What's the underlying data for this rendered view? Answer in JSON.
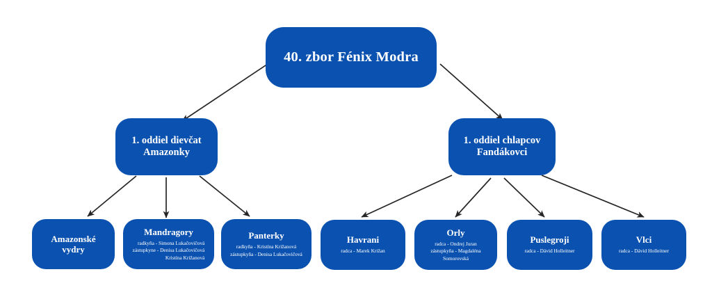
{
  "diagram": {
    "type": "organizational-chart",
    "background_color": "#ffffff",
    "node_color": "#0B52B0",
    "node_text_color": "#ffffff",
    "connector_color": "#262626",
    "root": {
      "id": "zbor",
      "title": "40. zbor Fénix Modra"
    },
    "branches": [
      {
        "id": "amazonky",
        "title": "1. oddiel dievčat\nAmazonky"
      },
      {
        "id": "fandakovci",
        "title": "1. oddiel chlapcov\nFandákovci"
      }
    ],
    "leaves": [
      {
        "id": "amazonske-vydry",
        "parent": "amazonky",
        "title": "Amazonské\nvydry",
        "subtitle": ""
      },
      {
        "id": "mandragory",
        "parent": "amazonky",
        "title": "Mandragory",
        "subtitle": "radkyňa - Simona Lukačovičová\nzástupkyne - Denisa Lukačovičová\nKristína Križanová",
        "subtitle_align": "right"
      },
      {
        "id": "panterky",
        "parent": "amazonky",
        "title": "Panterky",
        "subtitle": "radkyňa - Kristína Križanová\nzástupkyňa - Denisa Lukačovičová"
      },
      {
        "id": "havrani",
        "parent": "fandakovci",
        "title": "Havrani",
        "subtitle": "radca - Marek Križan"
      },
      {
        "id": "orly",
        "parent": "fandakovci",
        "title": "Orly",
        "subtitle": "radca - Ondrej Juran\nzástupkyňa - Magdaléna\nSomorovská"
      },
      {
        "id": "puslegroji",
        "parent": "fandakovci",
        "title": "Puslegroji",
        "subtitle": "radca - Dávid Holleitner"
      },
      {
        "id": "vlci",
        "parent": "fandakovci",
        "title": "Vlci",
        "subtitle": "radca - Dávid Holleitner"
      }
    ]
  }
}
